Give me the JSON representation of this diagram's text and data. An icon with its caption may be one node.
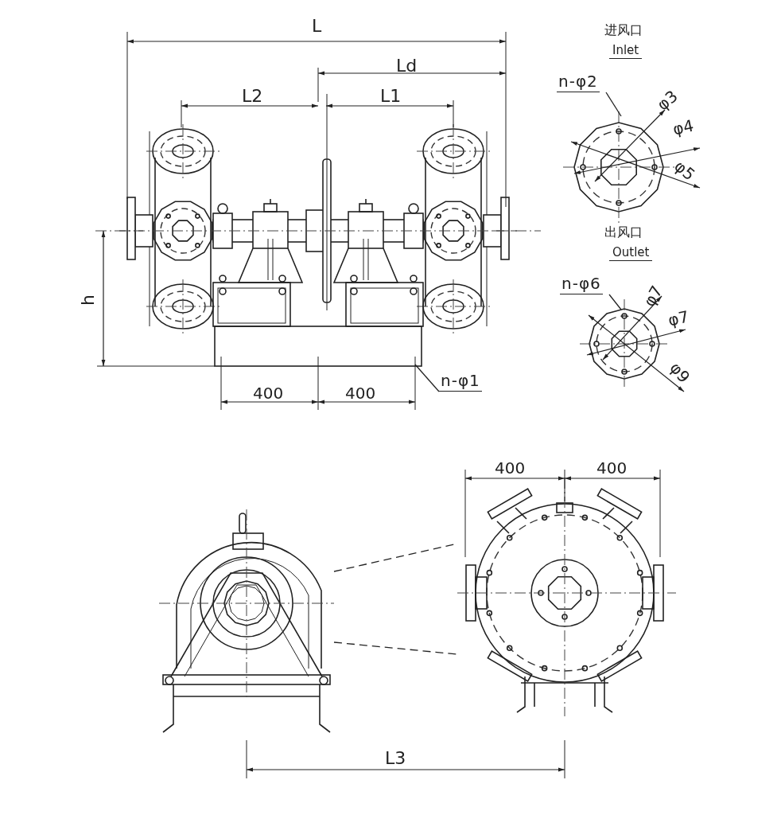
{
  "diagram": {
    "nodes": [
      {
        "text": [
          "n-φ1"
        ]
      },
      {
        "text": [
          "n-φ2"
        ]
      },
      {
        "text": [
          "n-φ6"
        ]
      },
      {
        "text": [],
        "shape": "picture"
      },
      {
        "text": [],
        "shape": "picture"
      }
    ],
    "edges": [
      {
        "from": 0,
        "to": null,
        "arrow": "none"
      },
      {
        "from": 1,
        "to": null,
        "arrow": "none"
      },
      {
        "from": 2,
        "to": null,
        "arrow": "none"
      },
      {
        "from": 3,
        "to": 4,
        "arrow": "none",
        "style": "dashed"
      },
      {
        "from": 3,
        "to": 4,
        "arrow": "none",
        "style": "dashed"
      }
    ],
    "labels": [
      "L",
      "Ld",
      "L2",
      "L1",
      "进风口",
      "Inlet",
      "φ3",
      "φ4",
      "φ5",
      "h",
      "出风口",
      "Outlet",
      "φ7",
      "φ7",
      "φ9",
      "400",
      "400",
      "400",
      "400",
      "L3"
    ]
  }
}
